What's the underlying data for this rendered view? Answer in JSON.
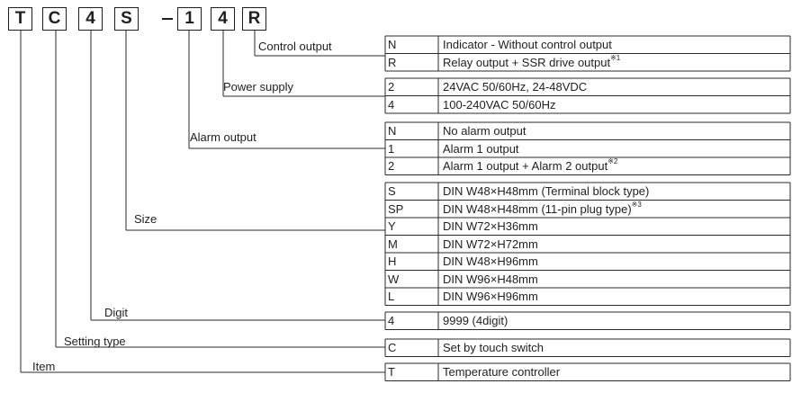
{
  "code": [
    "T",
    "C",
    "4",
    "S",
    "1",
    "4",
    "R"
  ],
  "groups": [
    {
      "label": "Control output",
      "rows": [
        {
          "code": "N",
          "desc": "Indicator - Without control output",
          "note": ""
        },
        {
          "code": "R",
          "desc": "Relay output + SSR drive output",
          "note": "※1"
        }
      ]
    },
    {
      "label": "Power supply",
      "rows": [
        {
          "code": "2",
          "desc": "24VAC 50/60Hz, 24-48VDC",
          "note": ""
        },
        {
          "code": "4",
          "desc": "100-240VAC 50/60Hz",
          "note": ""
        }
      ]
    },
    {
      "label": "Alarm output",
      "rows": [
        {
          "code": "N",
          "desc": "No alarm output",
          "note": ""
        },
        {
          "code": "1",
          "desc": "Alarm 1 output",
          "note": ""
        },
        {
          "code": "2",
          "desc": "Alarm 1 output + Alarm 2 output",
          "note": "※2"
        }
      ]
    },
    {
      "label": "Size",
      "rows": [
        {
          "code": "S",
          "desc": "DIN W48×H48mm (Terminal block type)",
          "note": ""
        },
        {
          "code": "SP",
          "desc": "DIN W48×H48mm (11-pin plug type)",
          "note": "※3"
        },
        {
          "code": "Y",
          "desc": "DIN W72×H36mm",
          "note": ""
        },
        {
          "code": "M",
          "desc": "DIN W72×H72mm",
          "note": ""
        },
        {
          "code": "H",
          "desc": "DIN W48×H96mm",
          "note": ""
        },
        {
          "code": "W",
          "desc": "DIN W96×H48mm",
          "note": ""
        },
        {
          "code": "L",
          "desc": "DIN W96×H96mm",
          "note": ""
        }
      ]
    },
    {
      "label": "Digit",
      "rows": [
        {
          "code": "4",
          "desc": "9999 (4digit)",
          "note": ""
        }
      ]
    },
    {
      "label": "Setting type",
      "rows": [
        {
          "code": "C",
          "desc": "Set by touch switch",
          "note": ""
        }
      ]
    },
    {
      "label": "Item",
      "rows": [
        {
          "code": "T",
          "desc": "Temperature controller",
          "note": ""
        }
      ]
    }
  ]
}
